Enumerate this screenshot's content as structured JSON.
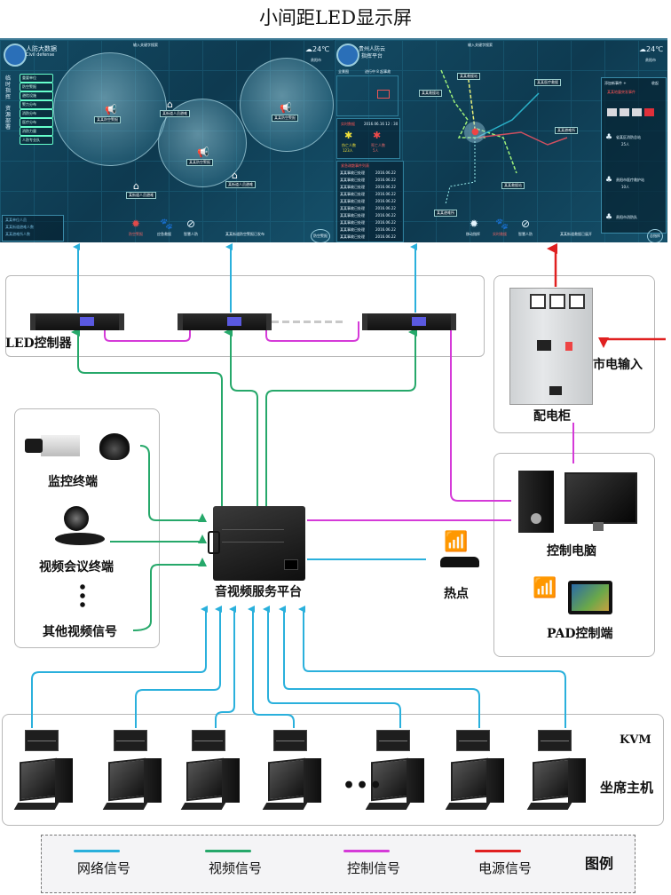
{
  "title": "小间距LED显示屏",
  "colors": {
    "network": "#2ab0dc",
    "video": "#26a86a",
    "control": "#d53ad8",
    "power": "#e02020"
  },
  "led_screen": {
    "left_panel": {
      "app_title": "人防大数据",
      "app_subtitle": "Civil defense",
      "search_placeholder": "输入关键字搜索",
      "weather": "24℃",
      "city": "贵阳市",
      "side_menu": [
        "重要单位",
        "防空警报",
        "避险设施",
        "警力分布",
        "消防分布",
        "医疗分布",
        "消防力量",
        "人防专业队"
      ],
      "vertical_tabs": [
        "临时指挥",
        "资源部署"
      ],
      "map_tags": [
        "某某防空警报",
        "某街道人员避难",
        "某某防空警报",
        "某某防空警报",
        "某街道人员避难",
        "某街道人员避难"
      ],
      "bottom_left": [
        "某某单位人员",
        "某某街道避难人数",
        "某某避难所人数"
      ],
      "bottom_buttons": [
        "防空警报",
        "应急救援",
        "智慧人防"
      ],
      "status_bar": "某某街道防空警报已发布",
      "corner_button": "防空警报"
    },
    "right_panel": {
      "app_title": "贵州人防云",
      "app_subtitle": "指挥平台",
      "search_placeholder": "输入关键字搜索",
      "weather": "24℃",
      "city": "贵阳市",
      "minimap_label": "全景图",
      "minimap_status": "进行中 8 起事故",
      "stats_title": "实时数据",
      "stats_date": "2016.06.16 12 : 30",
      "stats": [
        {
          "label": "伤亡人数",
          "value": "123人"
        },
        {
          "label": "死亡人数",
          "value": "5人"
        }
      ],
      "event_list_title": "紧急疏散事件列表",
      "event_list": [
        {
          "name": "某某事故已处理",
          "date": "2016.06.22"
        },
        {
          "name": "某某事故已处理",
          "date": "2016.06.22"
        },
        {
          "name": "某某事故已处理",
          "date": "2016.06.22"
        },
        {
          "name": "某某事故已处理",
          "date": "2016.06.22"
        },
        {
          "name": "某某事故已处理",
          "date": "2016.06.22"
        },
        {
          "name": "某某事故已处理",
          "date": "2016.06.22"
        },
        {
          "name": "某某事故已处理",
          "date": "2016.06.22"
        },
        {
          "name": "某某事故已处理",
          "date": "2016.06.22"
        },
        {
          "name": "某某事故已处理",
          "date": "2016.06.22"
        },
        {
          "name": "某某事故已处理",
          "date": "2016.06.22"
        }
      ],
      "event_panel_title": "添加新事件 +",
      "event_panel_action": "收起",
      "event_alert": "某某地震突发事件",
      "event_units": [
        {
          "name": "省某区消防总站",
          "people": "25人"
        },
        {
          "name": "贵阳市医疗救护站",
          "people": "10人"
        },
        {
          "name": "贵阳市消防队"
        }
      ],
      "map_tags": [
        "某某救援站",
        "某某救援站",
        "某某医疗救援",
        "某某避难所",
        "某某救援站",
        "某某避难所"
      ],
      "bottom_buttons": [
        "移动指挥",
        "实时救援",
        "智慧人防"
      ],
      "status_bar": "某某街道救援已展开",
      "corner_button": "总指挥"
    }
  },
  "led_controllers": {
    "label": "LED控制器",
    "count_visible": 3
  },
  "power_cabinet": {
    "label": "配电柜",
    "input_label": "市电输入"
  },
  "sources": {
    "items": [
      "监控终端",
      "视频会议终端",
      "其他视频信号"
    ]
  },
  "av_platform": {
    "label": "音视频服务平台"
  },
  "hotspot": {
    "label": "热点"
  },
  "control": {
    "pc_label": "控制电脑",
    "pad_label": "PAD控制端"
  },
  "seats": {
    "kvm_label": "KVM",
    "host_label": "坐席主机",
    "count_visible": 7
  },
  "legend": {
    "title": "图例",
    "items": [
      {
        "label": "网络信号",
        "color": "#2ab0dc"
      },
      {
        "label": "视频信号",
        "color": "#26a86a"
      },
      {
        "label": "控制信号",
        "color": "#d53ad8"
      },
      {
        "label": "电源信号",
        "color": "#e02020"
      }
    ]
  }
}
